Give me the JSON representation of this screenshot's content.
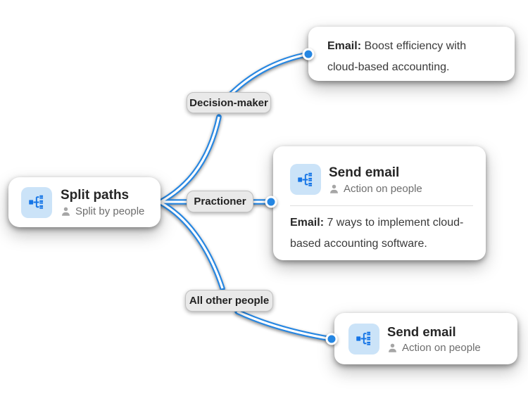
{
  "nodes": {
    "split": {
      "title": "Split paths",
      "subtitle": "Split by people"
    },
    "decision_maker_email": {
      "lead": "Email:",
      "body": " Boost efficiency with cloud-based accounting."
    },
    "practioner_email": {
      "title": "Send email",
      "subtitle": "Action on people",
      "lead": "Email:",
      "body": " 7 ways to implement cloud-based accounting software."
    },
    "all_other_email": {
      "title": "Send email",
      "subtitle": "Action on people"
    }
  },
  "branch_labels": {
    "decision_maker": "Decision-maker",
    "practioner": "Practioner",
    "all_other_people": "All other people"
  },
  "icons": {
    "node_icon": "split-branch-icon",
    "audience_icon": "person-icon"
  },
  "colors": {
    "connector": "#2586E2",
    "icon_blue": "#1474E6",
    "icon_tile_bg": "#CBE3F8",
    "pill_bg": "#E9E9E9",
    "title_text": "#262626",
    "subtitle_text": "#6E6E6E"
  }
}
